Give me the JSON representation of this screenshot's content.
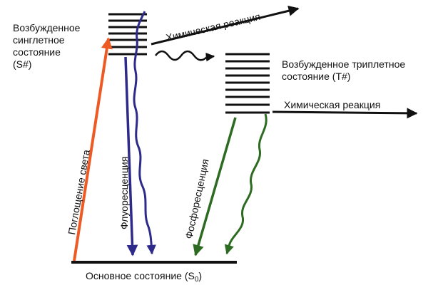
{
  "labels": {
    "singlet": [
      "Возбужденное",
      "синглетное",
      "состояние",
      "(S#)"
    ],
    "triplet": [
      "Возбужденное триплетное",
      "состояние (T#)"
    ],
    "reaction_top": "Химическая реакция",
    "reaction_right": "Химическая реакция",
    "absorption": "Поглощение света",
    "fluorescence": "Флуоресценция",
    "phosphorescence": "Фосфоресценция",
    "ground_prefix": "Основное состояние (S",
    "ground_sub": "0",
    "ground_suffix": ")"
  },
  "colors": {
    "absorption": "#ee5a24",
    "fluorescence": "#2d2a8a",
    "phosphorescence": "#2e6b22",
    "lines": "#111111"
  }
}
